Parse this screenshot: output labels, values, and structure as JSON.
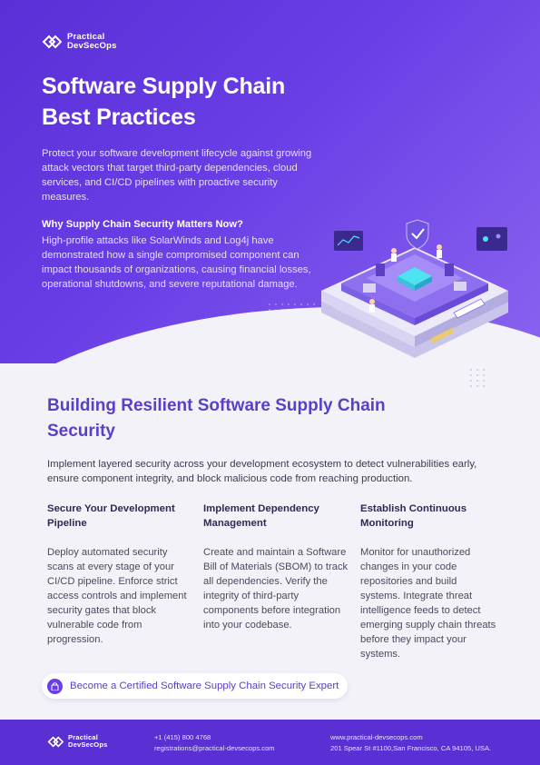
{
  "brand": {
    "name_line1": "Practical",
    "name_line2": "DevSecOps"
  },
  "hero": {
    "title_line1": "Software Supply Chain",
    "title_line2": "Best Practices",
    "intro": "Protect your software development lifecycle against growing attack vectors that target third-party dependencies, cloud services, and CI/CD pipelines with proactive security measures.",
    "why_title": "Why Supply Chain Security Matters Now?",
    "why_text": "High-profile attacks like SolarWinds and Log4j have demonstrated how a single compromised component can impact thousands of organizations, causing financial losses, operational shutdowns, and severe reputational damage."
  },
  "section": {
    "title": "Building Resilient Software Supply Chain Security",
    "description": "Implement layered security across your development ecosystem to detect vulnerabilities early, ensure component integrity, and block malicious code from reaching production.",
    "columns": [
      {
        "heading": "Secure Your Development Pipeline",
        "body": "Deploy automated security scans at every stage of your CI/CD pipeline. Enforce strict access controls and implement security gates that block vulnerable code from progression."
      },
      {
        "heading": "Implement Dependency Management",
        "body": "Create and maintain a Software Bill of Materials (SBOM) to track all dependencies. Verify the integrity of third-party components before integration into your codebase."
      },
      {
        "heading": "Establish Continuous Monitoring",
        "body": "Monitor for unauthorized changes in your code repositories and build systems. Integrate threat intelligence feeds to detect emerging supply chain threats before they impact your systems."
      }
    ]
  },
  "cta": {
    "label": "Become a Certified Software Supply Chain Security Expert",
    "icon": "lock-icon"
  },
  "footer": {
    "phone": "+1 (415) 800 4768",
    "email": "registrations@practical-devsecops.com",
    "website": "www.practical-devsecops.com",
    "address": "201 Spear St #1100,San Francisco, CA 94105, USA."
  },
  "colors": {
    "hero": "#5a2fd6",
    "accent": "#5b3fc4",
    "footer": "#5a30d4"
  }
}
